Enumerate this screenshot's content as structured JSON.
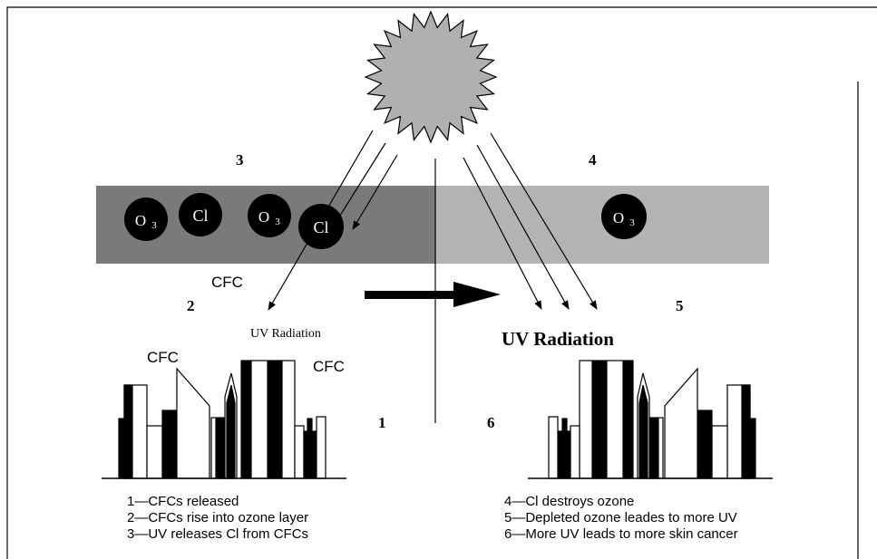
{
  "step_numbers": {
    "n1": "1",
    "n2": "2",
    "n3": "3",
    "n4": "4",
    "n5": "5",
    "n6": "6"
  },
  "molecules": {
    "o3": "O",
    "o3_sub": "3",
    "cl": "Cl"
  },
  "labels": {
    "cfc": "CFC",
    "uv_small": "UV Radiation",
    "uv_large": "UV Radiation"
  },
  "legend_left": [
    "1—CFCs released",
    "2—CFCs rise into ozone layer",
    "3—UV releases Cl from CFCs"
  ],
  "legend_right": [
    "4—Cl destroys ozone",
    "5—Depleted ozone leades to more UV",
    "6—More UV leads to more skin cancer"
  ],
  "colors": {
    "ozone_left": "#7a7a7a",
    "ozone_right": "#b3b3b3",
    "sun": "#b0b0b0",
    "molecule": "#000000",
    "ink": "#000000"
  }
}
